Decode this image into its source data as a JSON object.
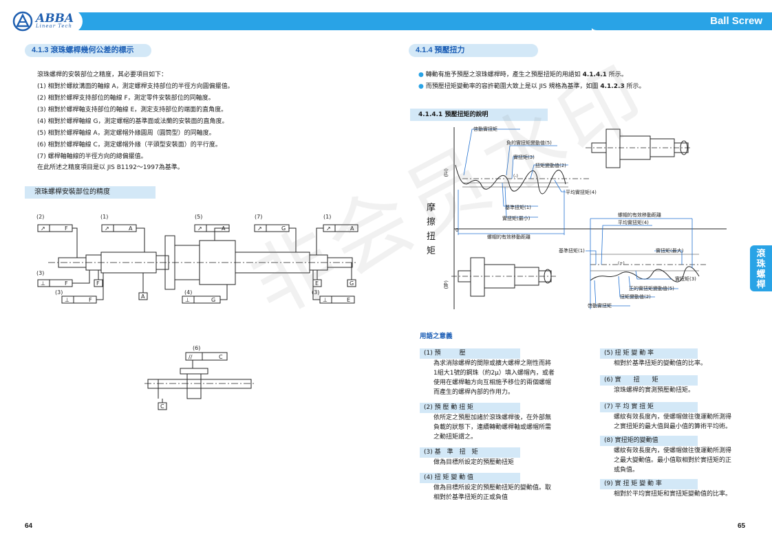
{
  "header": {
    "logo_text": "ABBA",
    "logo_sub": "Linear Tech",
    "brand": "Ball Screw"
  },
  "left": {
    "section_title": "4.1.3 滾珠螺桿幾何公差的標示",
    "intro": "滾珠螺桿的安裝部位之精度，其必要項目如下：",
    "items": [
      "(1)  相對於螺紋溝面的軸線 A，測定螺桿支持部位的半徑方向圓偏擺值。",
      "(2)  相對於螺桿支持部位的軸線 F，測定零件安裝部位的同軸度。",
      "(3)  相對於螺桿軸支持部位的軸線 E，測定支持部位的端面的直角度。",
      "(4)  相對於螺桿軸線 G，測定螺帽的基準面或法蘭的安裝面的直角度。",
      "(5)  相對於螺桿軸線 A，測定螺帽外緣圓周（圓筒型）的同軸度。",
      "(6)  相對於螺桿軸線 C，測定螺帽外緣（平頭型安裝面）的平行度。",
      "(7)  螺桿軸軸線的半徑方向的總偏擺值。"
    ],
    "footer_line": "在此所述之精度項目是以 JIS B1192～1997為基準。",
    "diagram_heading": "滾珠螺桿安裝部位的精度",
    "diagram_labels": {
      "n1": "(1)",
      "n2": "(2)",
      "n3": "(3)",
      "n4": "(4)",
      "n5": "(5)",
      "n6": "(6)",
      "n7": "(7)",
      "A": "A",
      "C": "C",
      "E": "E",
      "F": "F",
      "G": "G"
    },
    "page_number": "64"
  },
  "right": {
    "section_title": "4.1.4 預壓扭力",
    "bullets": [
      {
        "pre": "轉動有施予預壓之滾珠螺桿時，產生之預壓扭矩的用語如 ",
        "ref": "4.1.4.1",
        "post": " 所示。"
      },
      {
        "pre": "而預壓扭矩變動率的容許範圍大致上是以 JIS 規格為基準，如圖 ",
        "ref": "4.1.2.3",
        "post": " 所示。"
      }
    ],
    "sub_heading": "4.1.4.1 預壓扭矩的說明",
    "graph_labels": {
      "y_axis": [
        "摩",
        "擦",
        "扭",
        "矩"
      ],
      "pos": "(正)",
      "neg": "(負)",
      "zero": "0",
      "t1": "啓動實扭矩",
      "t2": "負的實扭矩變動值(5)",
      "t3": "實扭矩(3)",
      "t4": "扭矩變動值(2)",
      "t5": "平均實扭矩(4)",
      "t6": "基準扭矩(1)",
      "t7": "實扭矩(最小)",
      "t8": "螺帽的有效移動距離",
      "t9": "螺帽的有效移動距離",
      "t10": "平均實扭矩(4)",
      "t11": "基準扭矩(1)",
      "t12": "實扭矩(最大)",
      "t13": "實扭矩(3)",
      "t14": "正的實扭矩變動值(5)",
      "t15": "扭矩變動值(2)",
      "t16": "啓動實扭矩",
      "minus": "(-)",
      "plus": "(+)"
    },
    "terms_heading": "用語之意義",
    "terms": [
      {
        "label": "(1)  預　　　壓",
        "body": [
          "為求消除螺桿的間隙或擴大螺桿之剛性而將",
          "1組大1號的鋼珠（約2μ）填入螺帽內，或者",
          "使用在螺桿軸方向互相施予移位的兩個螺帽",
          "而產生的螺桿內部的作用力。"
        ]
      },
      {
        "label": "(2)  預 壓 動 扭 矩",
        "body": [
          "依所定之預壓加諸於滾珠螺桿後，在外部無",
          "負載的狀態下，連續轉動螺桿軸或螺帽所需",
          "之動扭矩謂之。"
        ]
      },
      {
        "label": "(3)  基　準　扭　矩",
        "body": [
          "做為目標所設定的預壓動扭矩"
        ]
      },
      {
        "label": "(4)  扭 矩 變 動 值",
        "body": [
          "做為目標所設定的預壓動扭矩的變動值。取",
          "相對於基準扭矩的正或負值"
        ]
      },
      {
        "label": "(5)  扭 矩 變 動 率",
        "body": [
          "相對於基準扭矩的變動值的比率。"
        ]
      },
      {
        "label": "(6)  實　　扭　　矩",
        "body": [
          "滾珠螺桿的實測預壓動扭矩。"
        ]
      },
      {
        "label": "(7)  平 均 實 扭 矩",
        "body": [
          "螺紋有效長度內，使螺帽做往復運動所測得",
          "之實扭矩的最大值與最小值的算術平均術。"
        ]
      },
      {
        "label": "(8)  實扭矩的變動值",
        "body": [
          "螺紋有效長度內，使螺帽做往復運動所測得",
          "之最大變動值。最小值取相對於實扭矩的正",
          "或負值。"
        ]
      },
      {
        "label": "(9)  實 扭 矩 變 動 率",
        "body": [
          "相對於平均實扭矩和實扭矩變動值的比率。"
        ]
      }
    ],
    "side_tab": [
      "滾",
      "珠",
      "螺",
      "桿"
    ],
    "page_number": "65"
  },
  "watermark": "非会员水印",
  "colors": {
    "brand_blue": "#29a3e6",
    "heading_blue": "#1a5db5",
    "light_blue": "#d3e8f7"
  }
}
